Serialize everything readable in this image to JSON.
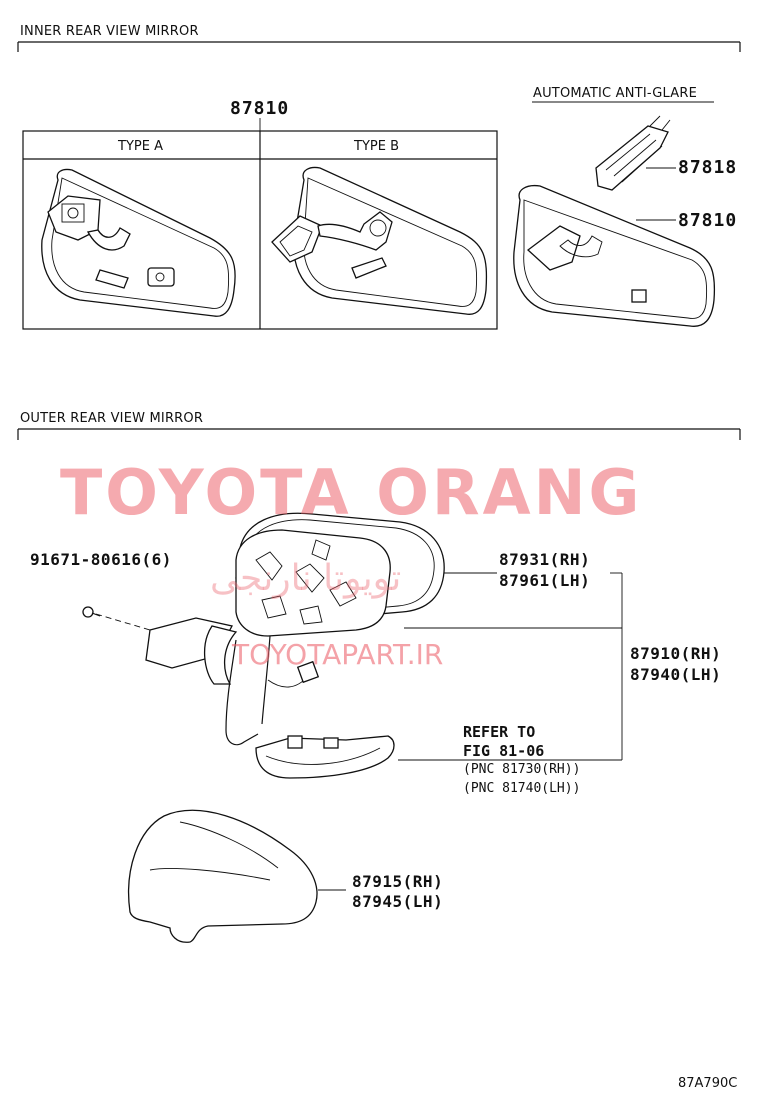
{
  "sections": {
    "inner": "INNER REAR VIEW MIRROR",
    "outer": "OUTER REAR VIEW MIRROR"
  },
  "inner": {
    "main_part": "87810",
    "type_a": "TYPE A",
    "type_b": "TYPE B",
    "anti_glare_label": "AUTOMATIC ANTI-GLARE",
    "anti_glare_sensor": "87818",
    "anti_glare_mirror": "87810"
  },
  "outer": {
    "bolt": "91671-80616(6)",
    "mirror_rh": "87931(RH)",
    "mirror_lh": "87961(LH)",
    "assy_rh": "87910(RH)",
    "assy_lh": "87940(LH)",
    "refer_1": "REFER TO",
    "refer_2": "FIG 81-06",
    "refer_3": "(PNC 81730(RH))",
    "refer_4": "(PNC 81740(LH))",
    "cover_rh": "87915(RH)",
    "cover_lh": "87945(LH)"
  },
  "watermark": {
    "brand": "TOYOTA ORANG",
    "site": "TOYOTAPART.IR",
    "arabic": "تویوتا نارنجی"
  },
  "figure_code": "87A790C",
  "colors": {
    "line": "#111111",
    "watermark": "#ec646e"
  }
}
